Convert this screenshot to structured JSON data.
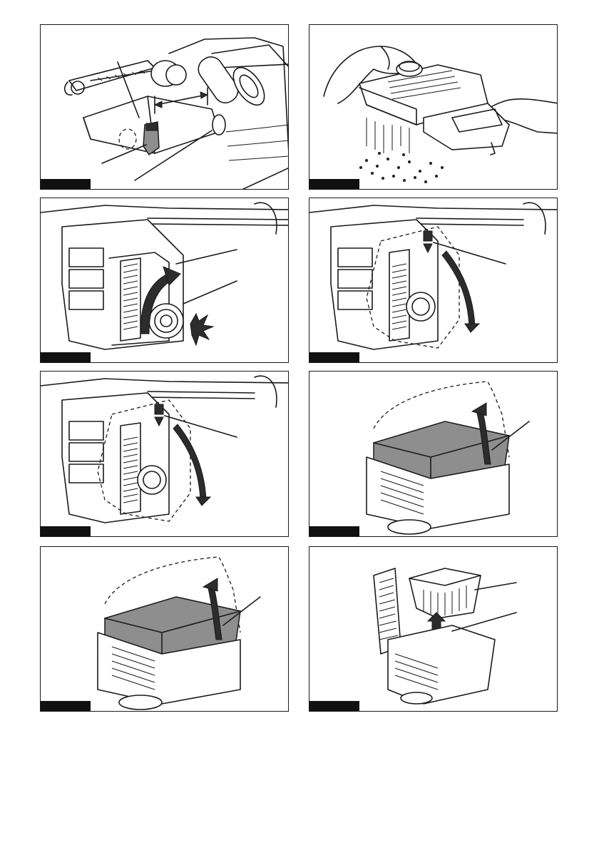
{
  "figures": [
    {
      "id": "fig-1",
      "tag": ""
    },
    {
      "id": "fig-2",
      "tag": ""
    },
    {
      "id": "fig-3",
      "tag": ""
    },
    {
      "id": "fig-4",
      "tag": ""
    },
    {
      "id": "fig-5",
      "tag": ""
    },
    {
      "id": "fig-6",
      "tag": ""
    },
    {
      "id": "fig-7",
      "tag": ""
    },
    {
      "id": "fig-8",
      "tag": ""
    }
  ],
  "icons": [
    "drill-attachment-illustration",
    "dust-emptying-illustration",
    "filter-knob-illustration",
    "dust-case-removal-illustration",
    "dust-case-removal-illustration",
    "filter-cover-lift-illustration",
    "filter-cover-lift-illustration",
    "filter-removal-illustration"
  ]
}
